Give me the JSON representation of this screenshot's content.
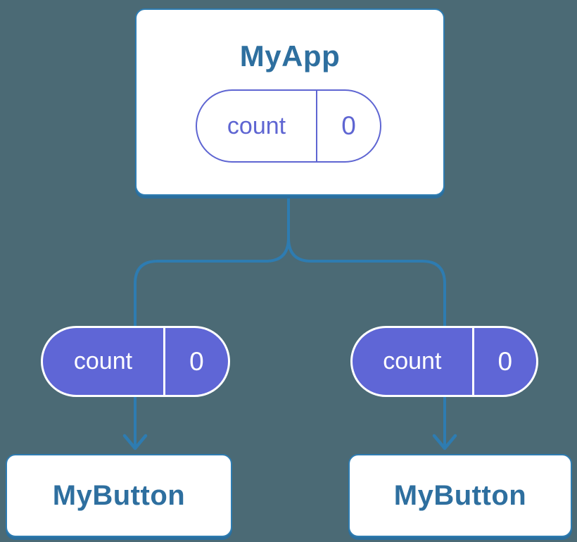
{
  "diagram": {
    "kind": "component-tree",
    "colors": {
      "background": "#4b6a75",
      "connector_blue": "#2e7cb1",
      "component_text_blue": "#2e6f9f",
      "state_purple_fill": "#5f66d6",
      "state_purple_outline": "#5e65d2",
      "card_fill": "#ffffff"
    },
    "root_component": {
      "title": "MyApp",
      "state": {
        "name": "count",
        "value": "0"
      }
    },
    "child_components": [
      {
        "title": "MyButton",
        "prop": {
          "name": "count",
          "value": "0"
        }
      },
      {
        "title": "MyButton",
        "prop": {
          "name": "count",
          "value": "0"
        }
      }
    ]
  }
}
